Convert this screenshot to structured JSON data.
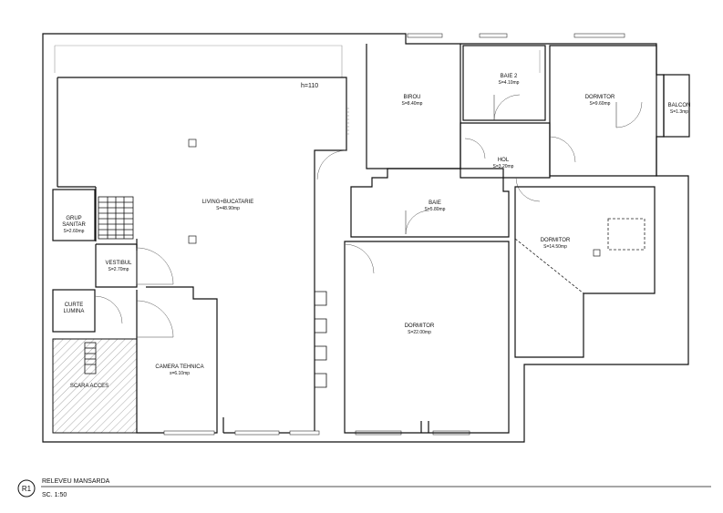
{
  "height_label": "h=110",
  "rooms": [
    {
      "id": "living",
      "name": "LIVING+BUCATARIE",
      "area": "S=48.90mp"
    },
    {
      "id": "birou",
      "name": "BIROU",
      "area": "S=8.40mp"
    },
    {
      "id": "baie2",
      "name": "BAIE 2",
      "area": "S=4.10mp"
    },
    {
      "id": "dormitor1",
      "name": "DORMITOR",
      "area": "S=9.60mp"
    },
    {
      "id": "balcon",
      "name": "BALCON",
      "area": "S=1.3mp"
    },
    {
      "id": "hol",
      "name": "HOL",
      "area": "S=3.20mp"
    },
    {
      "id": "baie",
      "name": "BAIE",
      "area": "S=5.80mp"
    },
    {
      "id": "dormitor2",
      "name": "DORMITOR",
      "area": "S=14.50mp"
    },
    {
      "id": "grup",
      "name_lines": [
        "GRUP",
        "SANITAR"
      ],
      "area": "S=2.60mp"
    },
    {
      "id": "vestibul",
      "name": "VESTIBUL",
      "area": "S=2.70mp"
    },
    {
      "id": "curte",
      "name_lines": [
        "CURTE",
        "LUMINA"
      ]
    },
    {
      "id": "scara",
      "name": "SCARA ACCES"
    },
    {
      "id": "camera",
      "name": "CAMERA TEHNICA",
      "area": "s=6.10mp"
    },
    {
      "id": "dormitor3",
      "name": "DORMITOR",
      "area": "S=22.00mp"
    }
  ],
  "title_block": {
    "badge": "R1",
    "title": "RELEVEU MANSARDA",
    "scale": "SC. 1:50"
  },
  "colors": {
    "line": "#111111",
    "hatch": "#888888"
  }
}
